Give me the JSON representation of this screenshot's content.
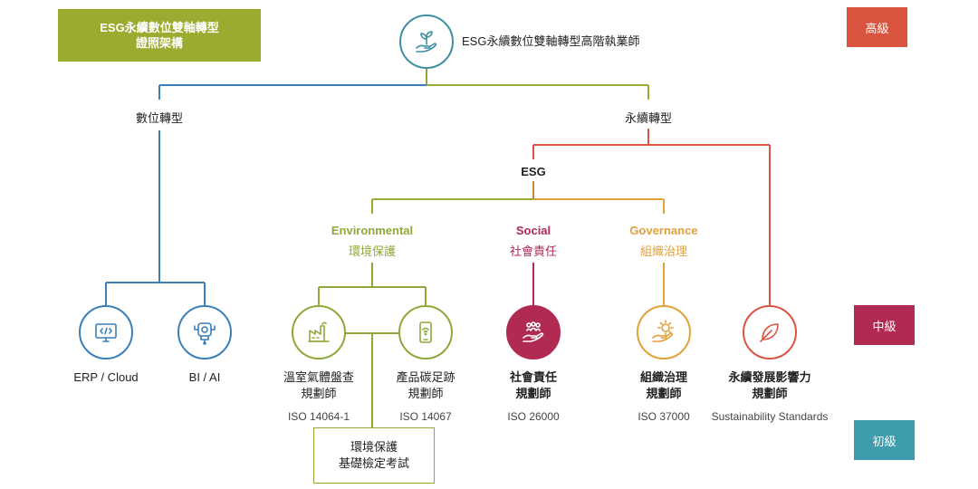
{
  "framework_title": [
    "ESG永續數位雙軸轉型",
    "證照架構"
  ],
  "top_role": "ESG永續數位雙軸轉型高階執業師",
  "levels": {
    "high": "高級",
    "mid": "中級",
    "low": "初級"
  },
  "branches": {
    "digital": "數位轉型",
    "sustainable": "永續轉型",
    "esg": "ESG"
  },
  "pillars": {
    "environmental": {
      "en": "Environmental",
      "zh": "環境保護"
    },
    "social": {
      "en": "Social",
      "zh": "社會責任"
    },
    "governance": {
      "en": "Governance",
      "zh": "組織治理"
    }
  },
  "nodes": {
    "erp": {
      "label": "ERP / Cloud"
    },
    "bi": {
      "label": "BI / AI"
    },
    "ghg": {
      "line1": "溫室氣體盤查",
      "line2": "規劃師",
      "standard": "ISO 14064-1"
    },
    "cfp": {
      "line1": "產品碳足跡",
      "line2": "規劃師",
      "standard": "ISO 14067"
    },
    "social": {
      "line1": "社會責任",
      "line2": "規劃師",
      "standard": "ISO 26000"
    },
    "gov": {
      "line1": "組織治理",
      "line2": "規劃師",
      "standard": "ISO 37000"
    },
    "sus": {
      "line1": "永續發展影響力",
      "line2": "規劃師",
      "standard": "Sustainability Standards"
    }
  },
  "exam": [
    "環境保護",
    "基礎檢定考試"
  ],
  "colors": {
    "olive": "#9aab2f",
    "teal": "#3f8fa2",
    "blue": "#3a7fb8",
    "green": "#8ea93a",
    "crimson": "#b02a52",
    "orange": "#e3a13a",
    "red": "#d9553f"
  }
}
